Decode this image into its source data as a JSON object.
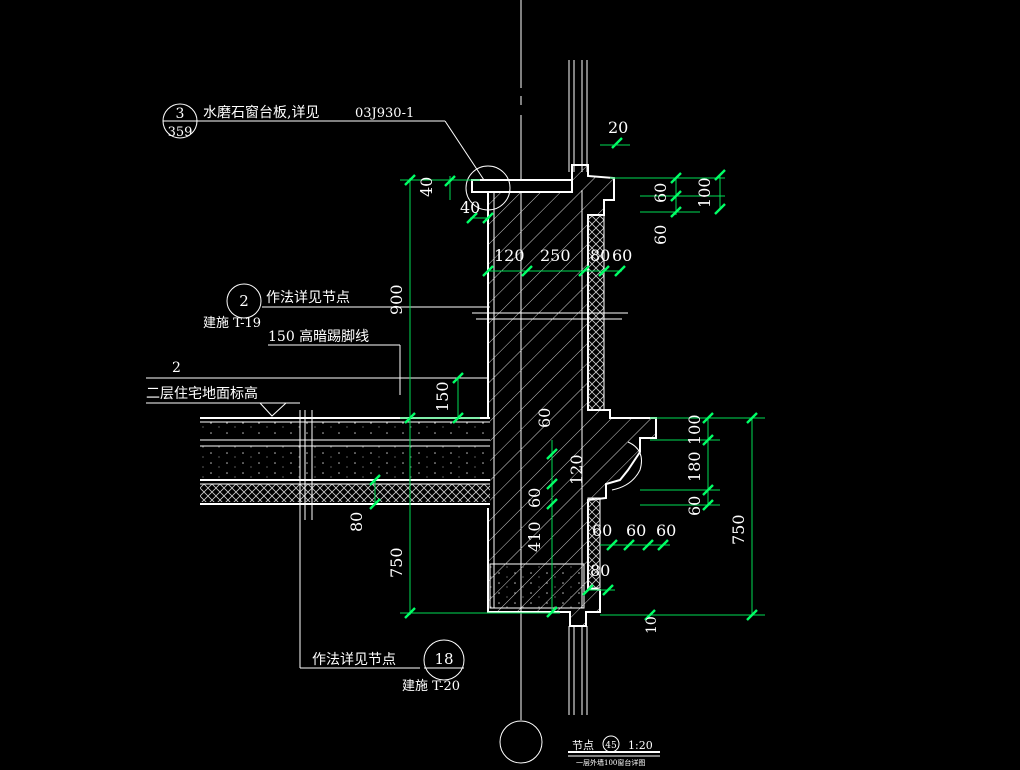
{
  "callouts": {
    "sill": {
      "num": "3",
      "sheet": "359",
      "text": "水磨石窗台板,详见",
      "ref": "03J930-1"
    },
    "node2": {
      "num": "2",
      "text": "作法详见节点",
      "sheet": "建施 T-19"
    },
    "skirting": {
      "text": "150  高暗踢脚线"
    },
    "floor": {
      "num": "2",
      "text": "二层住宅地面标高"
    },
    "node18": {
      "num": "18",
      "text": "作法详见节点",
      "sheet": "建施 T-20"
    }
  },
  "dimensions": {
    "d20": "20",
    "d40a": "40",
    "d40b": "40",
    "d60a": "60",
    "d100a": "100",
    "d60b": "60",
    "d120": "120",
    "d250": "250",
    "d80a": "80",
    "d60c": "60",
    "d900": "900",
    "d150": "150",
    "d60d": "60",
    "d120b": "120",
    "d60e": "60",
    "d410": "410",
    "d80b": "80",
    "d750a": "750",
    "d100b": "100",
    "d180": "180",
    "d60f": "60",
    "d750b": "750",
    "d60g": "60",
    "d60h": "60",
    "d60i": "60",
    "d80c": "80",
    "d10": "10"
  },
  "title": {
    "label": "节点",
    "num": "45",
    "scale": "1:20",
    "subtitle": "一层外墙100窗台详图"
  },
  "colors": {
    "background": "#000000",
    "line": "#ffffff",
    "dimension": "#00ff66"
  }
}
